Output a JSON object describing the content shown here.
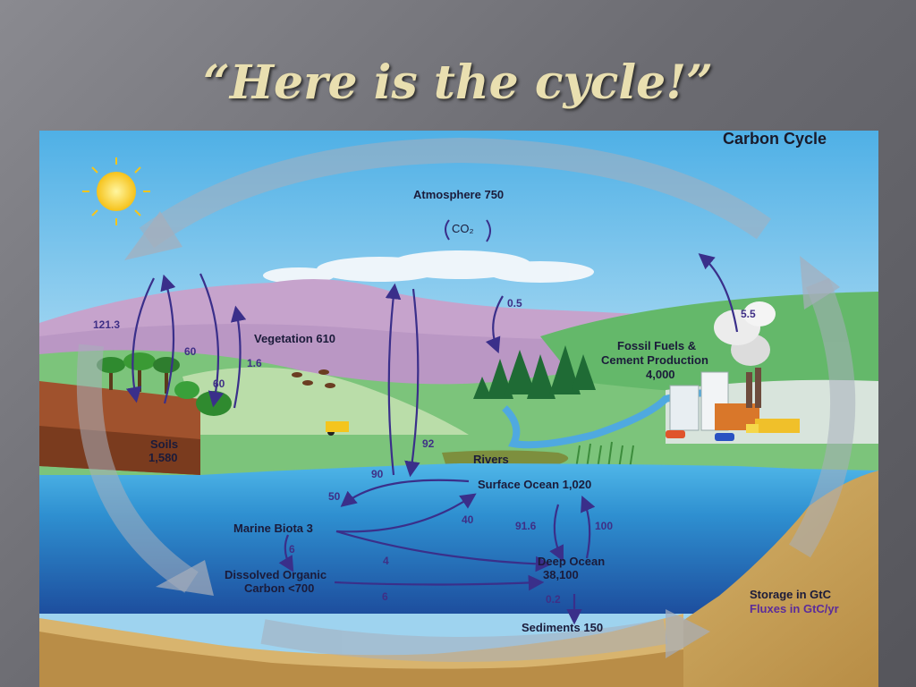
{
  "slide": {
    "title": "“Here is the cycle!”"
  },
  "diagram": {
    "title": "Carbon Cycle",
    "co2_symbol": "CO₂",
    "reservoirs": {
      "atmosphere": "Atmosphere 750",
      "vegetation": "Vegetation 610",
      "soils": "Soils",
      "soils_value": "1,580",
      "fossil_line1": "Fossil Fuels &",
      "fossil_line2": "Cement Production",
      "fossil_value": "4,000",
      "rivers": "Rivers",
      "surface_ocean": "Surface Ocean 1,020",
      "marine_biota": "Marine Biota 3",
      "dissolved_line1": "Dissolved Organic",
      "dissolved_line2": "Carbon <700",
      "deep_ocean_line1": "Deep Ocean",
      "deep_ocean_line2": "38,100",
      "sediments": "Sediments 150"
    },
    "fluxes": {
      "f121_3": "121.3",
      "f60a": "60",
      "f60b": "60",
      "f1_6": "1.6",
      "f0_5": "0.5",
      "f5_5": "5.5",
      "f90": "90",
      "f92": "92",
      "f50": "50",
      "f40": "40",
      "f91_6": "91.6",
      "f100": "100",
      "f6a": "6",
      "f4": "4",
      "f6b": "6",
      "f0_2": "0.2"
    },
    "legend": {
      "storage": "Storage in GtC",
      "fluxes": "Fluxes in GtC/yr"
    }
  }
}
